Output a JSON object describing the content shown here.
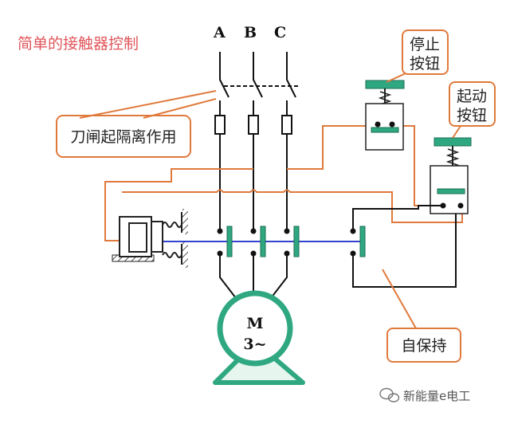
{
  "title": "简单的接触器控制",
  "phases": [
    "A",
    "B",
    "C"
  ],
  "callouts": {
    "stop_line1": "停止",
    "stop_line2": "按钮",
    "start_line1": "起动",
    "start_line2": "按钮",
    "knife": "刀闸起隔离作用",
    "hold": "自保持"
  },
  "motor": {
    "line1": "M",
    "line2": "3~"
  },
  "watermark": "新能量e电工",
  "colors": {
    "orange": "#e07a3c",
    "green": "#2fa882",
    "green_fill": "#e6f6ef",
    "title": "#e0555a",
    "armature": "#3344cc"
  }
}
